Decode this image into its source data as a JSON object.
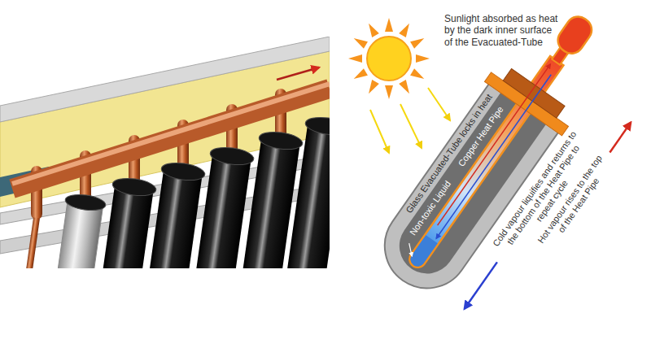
{
  "diagram": {
    "labels": [
      "Sunlight absorbed as heat by the dark inner surface of the Evacuated-Tube",
      "Glass Evacuated-Tube locks in heat",
      "Copper Heat Pipe",
      "Non-toxic Liquid",
      "Cold vapour liquifies and returns to the bottom of the Heat Pipe to repeat cycle",
      "Hot vapour rises to the top of the Heat Pipe"
    ]
  }
}
